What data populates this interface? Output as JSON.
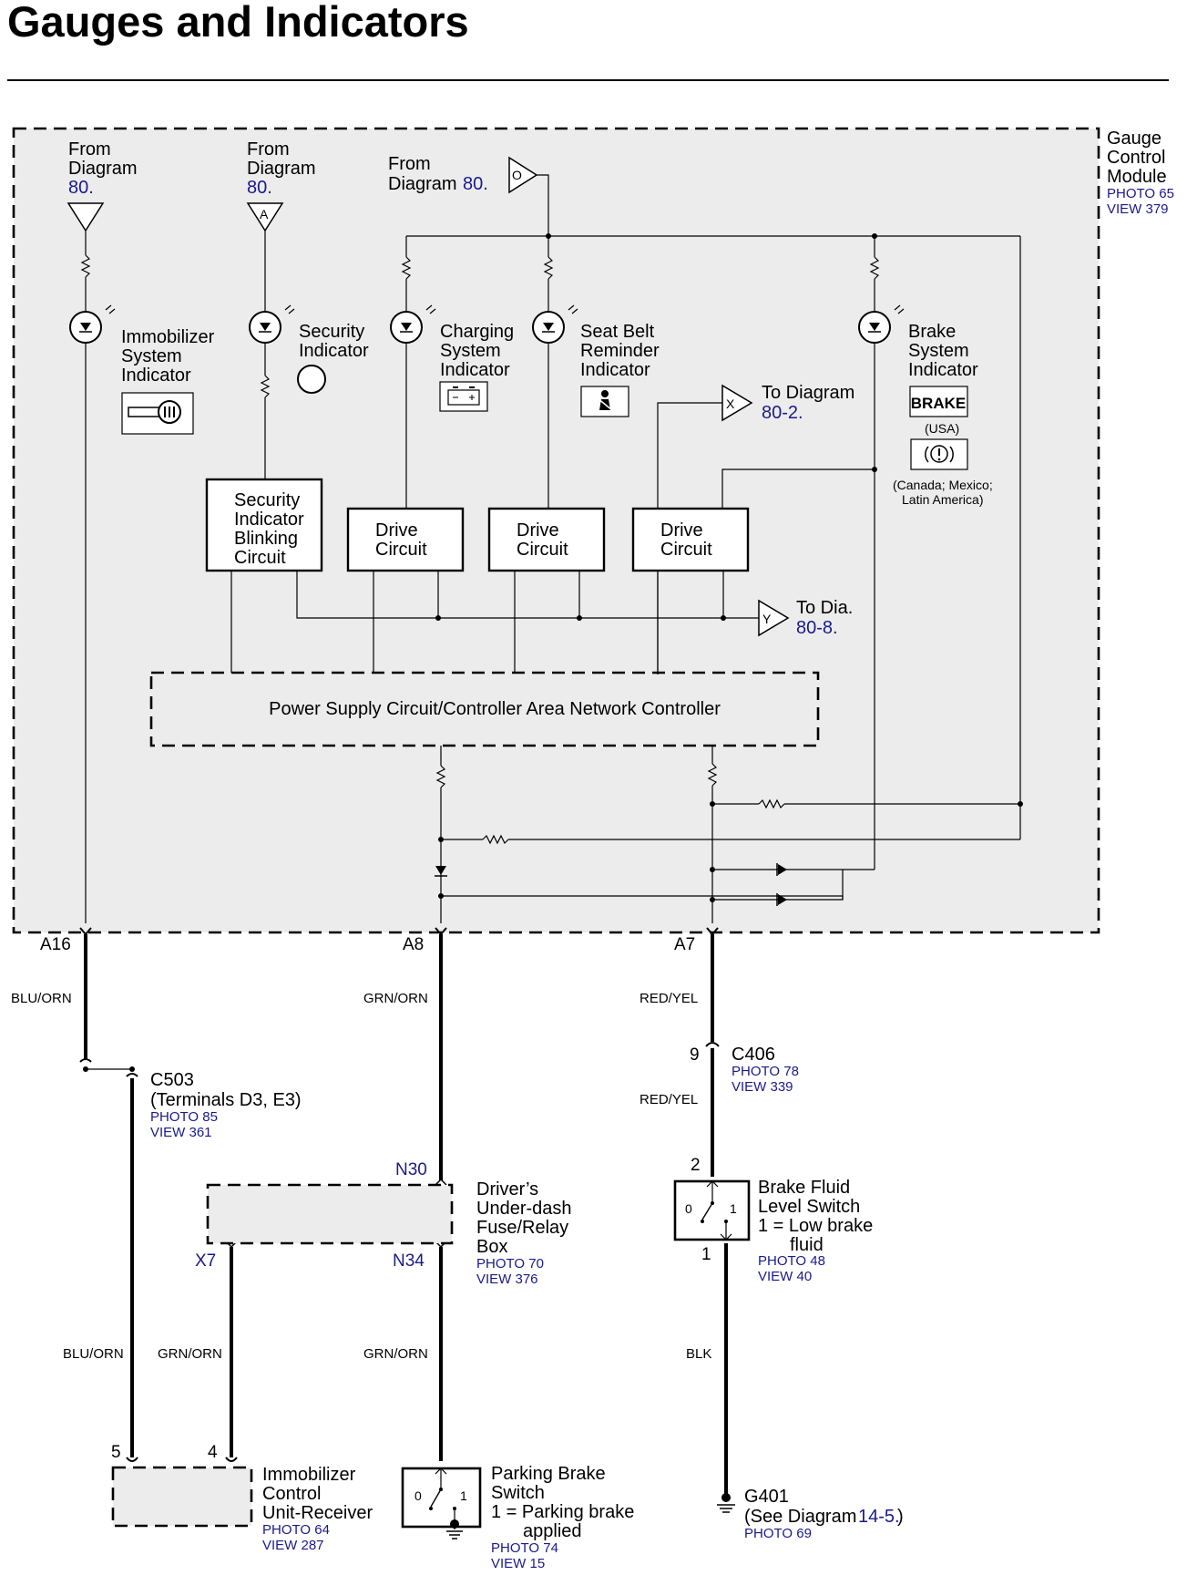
{
  "title": "Gauges and Indicators",
  "module": {
    "name_lines": [
      "Gauge",
      "Control",
      "Module"
    ],
    "ref_lines": [
      "PHOTO 65",
      "VIEW 379"
    ]
  },
  "inputs": {
    "from_left": {
      "lines": [
        "From",
        "Diagram"
      ],
      "ref": "80."
    },
    "from_a": {
      "lines": [
        "From",
        "Diagram"
      ],
      "ref": "80.",
      "marker": "A"
    },
    "from_o": {
      "text": "From",
      "text2": "Diagram",
      "ref": "80.",
      "marker": "O"
    }
  },
  "indicators": {
    "immobilizer": [
      "Immobilizer",
      "System",
      "Indicator"
    ],
    "security": [
      "Security",
      "Indicator"
    ],
    "charging": [
      "Charging",
      "System",
      "Indicator"
    ],
    "seatbelt": [
      "Seat Belt",
      "Reminder",
      "Indicator"
    ],
    "brake": [
      "Brake",
      "System",
      "Indicator"
    ],
    "brake_label": "BRAKE",
    "usa": "(USA)",
    "canada": [
      "(Canada; Mexico;",
      "Latin America)"
    ]
  },
  "blocks": {
    "security_blink": [
      "Security",
      "Indicator",
      "Blinking",
      "Circuit"
    ],
    "drive": [
      "Drive",
      "Circuit"
    ],
    "power": "Power Supply Circuit/Controller Area Network Controller"
  },
  "outputs": {
    "to_x": {
      "marker": "X",
      "text": "To Diagram",
      "ref": "80-2."
    },
    "to_y": {
      "marker": "Y",
      "text": "To Dia.",
      "ref": "80-8."
    }
  },
  "pins": {
    "a16": "A16",
    "a8": "A8",
    "a7": "A7"
  },
  "wires": {
    "blu_orn": "BLU/ORN",
    "grn_orn": "GRN/ORN",
    "red_yel": "RED/YEL",
    "blk": "BLK"
  },
  "c503": {
    "name": "C503",
    "terminals": "(Terminals D3, E3)",
    "ref_lines": [
      "PHOTO 85",
      "VIEW 361"
    ]
  },
  "c406": {
    "pin": "9",
    "name": "C406",
    "ref_lines": [
      "PHOTO 78",
      "VIEW 339"
    ]
  },
  "fuse_box": {
    "name_lines": [
      "Driver’s",
      "Under-dash",
      "Fuse/Relay",
      "Box"
    ],
    "ref_lines": [
      "PHOTO 70",
      "VIEW 376"
    ],
    "pins": {
      "n30": "N30",
      "n34": "N34",
      "x7": "X7"
    }
  },
  "brake_fluid": {
    "pin_top": "2",
    "pin_bottom": "1",
    "name_lines": [
      "Brake Fluid",
      "Level Switch",
      "1 = Low brake",
      "fluid"
    ],
    "ref_lines": [
      "PHOTO 48",
      "VIEW 40"
    ],
    "pos0": "0",
    "pos1": "1"
  },
  "immobilizer_unit": {
    "pin5": "5",
    "pin4": "4",
    "name_lines": [
      "Immobilizer",
      "Control",
      "Unit-Receiver"
    ],
    "ref_lines": [
      "PHOTO 64",
      "VIEW 287"
    ]
  },
  "parking_brake": {
    "name_lines": [
      "Parking Brake",
      "Switch",
      "1 = Parking brake",
      "applied"
    ],
    "ref_lines": [
      "PHOTO 74",
      "VIEW 15"
    ],
    "pos0": "0",
    "pos1": "1"
  },
  "ground": {
    "name": "G401",
    "see": "(See Diagram",
    "see_ref": "14-5.",
    "see_end": ")",
    "ref": "PHOTO 69"
  }
}
